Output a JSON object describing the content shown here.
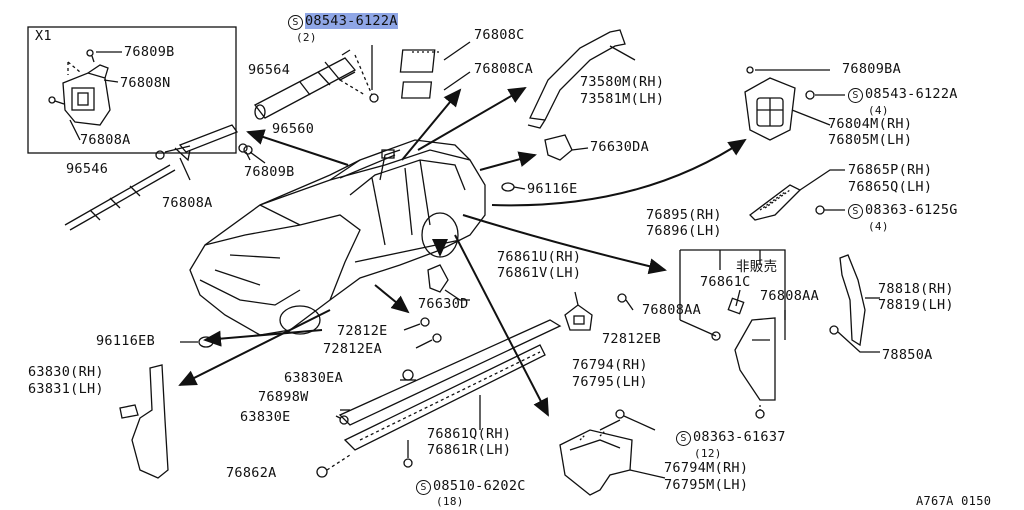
{
  "detail_box": {
    "title": "X1"
  },
  "part_labels": {
    "p76809B_box": "76809B",
    "p76808N": "76808N",
    "p76808A_box": "76808A",
    "p96564": "96564",
    "p96560": "96560",
    "p96546": "96546",
    "p76808A": "76808A",
    "p76809B": "76809B",
    "p08543_top": "08543-6122A",
    "p08543_top_qty": "(2)",
    "p76808C": "76808C",
    "p76808CA": "76808CA",
    "p73580M": "73580M(RH)",
    "p73581M": "73581M(LH)",
    "p76809BA": "76809BA",
    "p08543_right": "08543-6122A",
    "p08543_right_qty": "(4)",
    "p76804M": "76804M(RH)",
    "p76805M": "76805M(LH)",
    "p76630DA": "76630DA",
    "p96116E": "96116E",
    "p76865P": "76865P(RH)",
    "p76865Q": "76865Q(LH)",
    "p08363_6125G": "08363-6125G",
    "p08363_6125G_qty": "(4)",
    "p76895": "76895(RH)",
    "p76896": "76896(LH)",
    "p_not_sold": "非販売",
    "p76861C": "76861C",
    "p76808AA_left": "76808AA",
    "p76808AA_right": "76808AA",
    "p78818": "78818(RH)",
    "p78819": "78819(LH)",
    "p78850A": "78850A",
    "p76861U": "76861U(RH)",
    "p76861V": "76861V(LH)",
    "p76630D": "76630D",
    "p72812E": "72812E",
    "p72812EA": "72812EA",
    "p72812EB": "72812EB",
    "p96116EB": "96116EB",
    "p63830": "63830(RH)",
    "p63831": "63831(LH)",
    "p63830EA": "63830EA",
    "p76898W": "76898W",
    "p63830E": "63830E",
    "p76794": "76794(RH)",
    "p76795": "76795(LH)",
    "p08363_61637": "08363-61637",
    "p08363_61637_qty": "(12)",
    "p76861Q": "76861Q(RH)",
    "p76861R": "76861R(LH)",
    "p76794M": "76794M(RH)",
    "p76795M": "76795M(LH)",
    "p76862A": "76862A",
    "p08510": "08510-6202C",
    "p08510_qty": "(18)"
  },
  "screw_symbol": "S",
  "diagram_code": "A767A 0150",
  "colors": {
    "line": "#111111",
    "highlight": "#8fa6e6",
    "background": "#ffffff"
  }
}
